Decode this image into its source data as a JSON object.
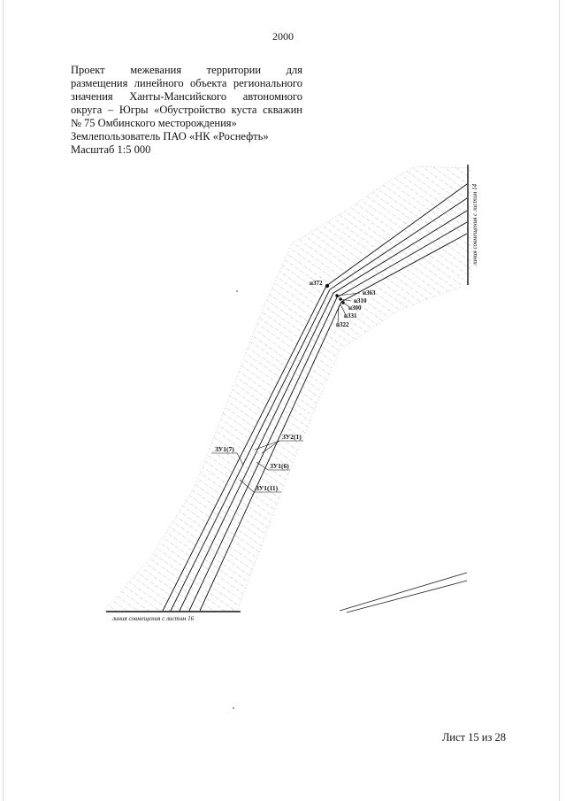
{
  "page_number": "2000",
  "title_lines": [
    "Проект межевания территории для",
    "размещения линейного объекта регионального",
    "значения Ханты-Мансийского автономного",
    "округа – Югры «Обустройство куста скважин",
    "№ 75 Омбинского месторождения»"
  ],
  "land_user": "Землепользователь ПАО «НК «Роснефть»",
  "scale": "Масштаб 1:5 000",
  "map": {
    "points": [
      "н372",
      "н363",
      "н310",
      "н300",
      "н331",
      "н322"
    ],
    "parcels": [
      "ЗУ2(1)",
      "ЗУ1(7)",
      "ЗУ1(6)",
      "ЗУ1(11)"
    ],
    "match_line_bottom": "линия совмещения с листом 16",
    "match_line_right": "линия совмещения с листом 14"
  },
  "sheet_label": "Лист 15 из 28"
}
